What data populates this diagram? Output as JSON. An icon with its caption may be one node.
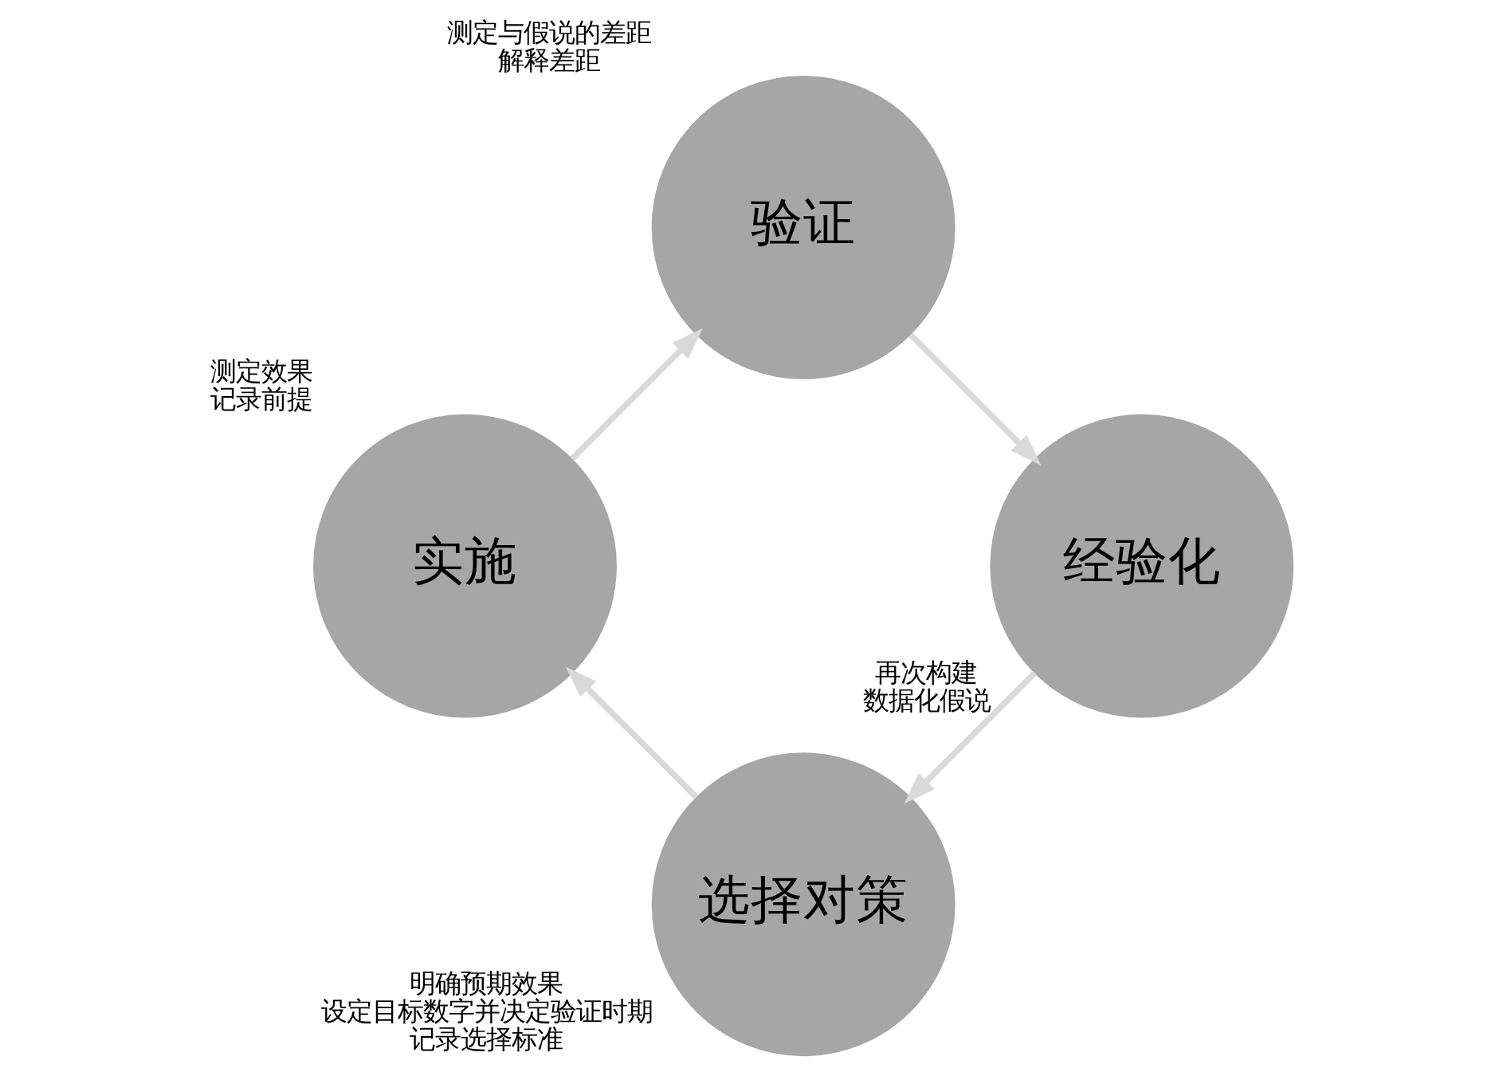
{
  "diagram": {
    "nodes": [
      {
        "text": [
          "选择对策"
        ],
        "beside": [
          "明确预期效果",
          "设定目标数字并决定验证时期",
          "记录选择标准"
        ]
      },
      {
        "text": [
          "实施"
        ],
        "beside": [
          "测定效果",
          "记录前提"
        ]
      },
      {
        "text": [
          "验证"
        ],
        "beside": [
          "测定与假说的差距",
          "解释差距"
        ]
      },
      {
        "text": [
          "经验化"
        ],
        "beside": [
          "再次构建",
          "数据化假说"
        ]
      }
    ],
    "edges": [
      {
        "from": 0,
        "to": 1,
        "arrow": "to"
      },
      {
        "from": 1,
        "to": 2,
        "arrow": "to"
      },
      {
        "from": 2,
        "to": 3,
        "arrow": "to"
      },
      {
        "from": 3,
        "to": 0,
        "arrow": "to"
      }
    ]
  }
}
